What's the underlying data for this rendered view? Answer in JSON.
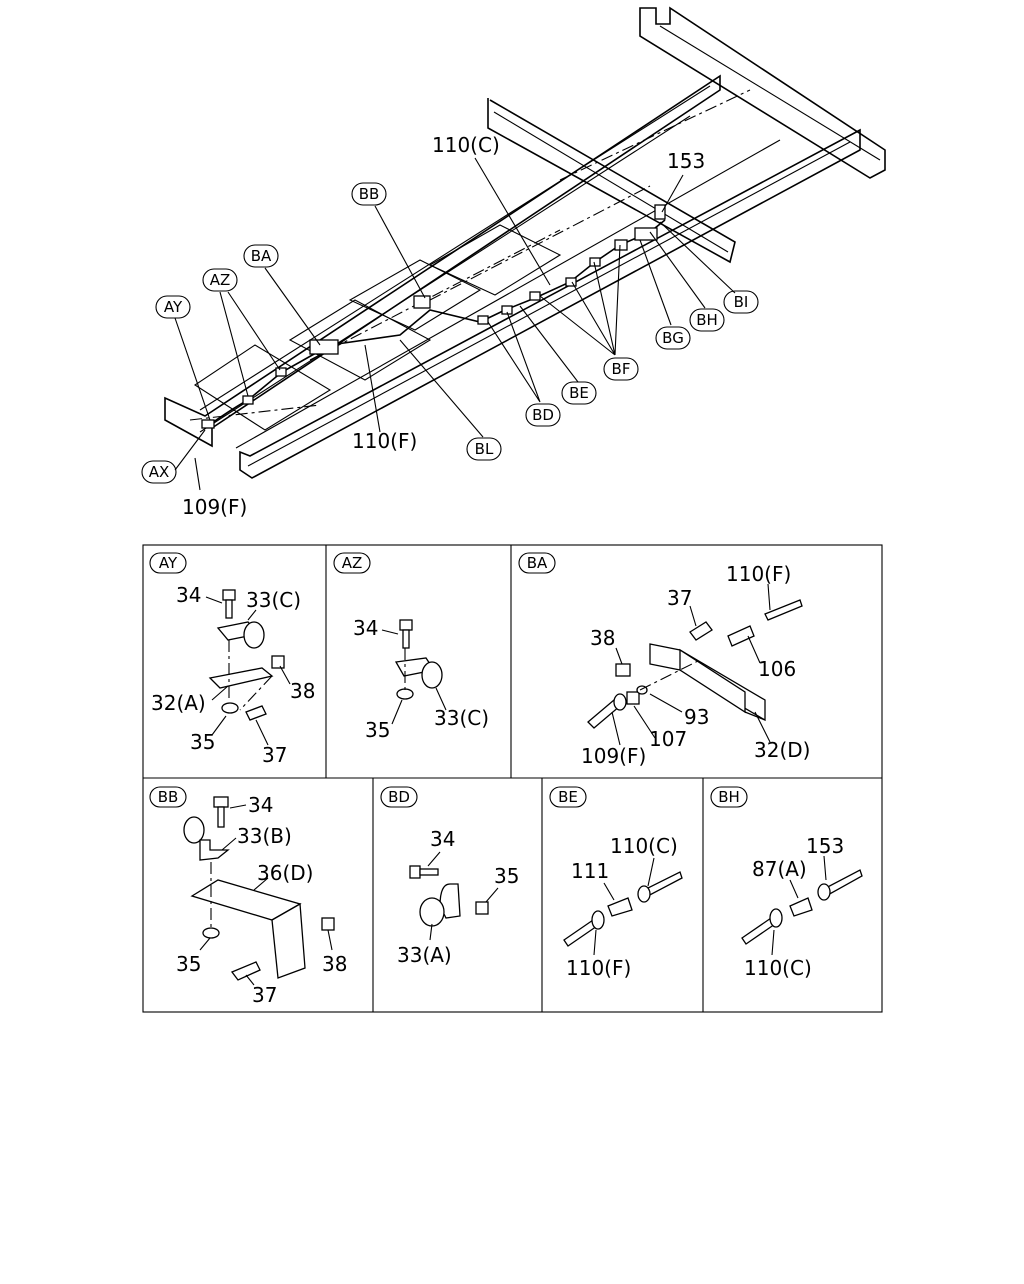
{
  "overview": {
    "callouts": {
      "c110c": "110(C)",
      "c153": "153",
      "c110f": "110(F)",
      "c109f": "109(F)"
    },
    "bubbles": {
      "bb": "BB",
      "ba": "BA",
      "az": "AZ",
      "ay": "AY",
      "ax": "AX",
      "bl": "BL",
      "bd": "BD",
      "be": "BE",
      "bf": "BF",
      "bg": "BG",
      "bh": "BH",
      "bi": "BI"
    }
  },
  "details": {
    "ay": {
      "tag": "AY",
      "labels": {
        "l34": "34",
        "l33c": "33(C)",
        "l32a": "32(A)",
        "l38": "38",
        "l35": "35",
        "l37": "37"
      }
    },
    "az": {
      "tag": "AZ",
      "labels": {
        "l34": "34",
        "l35": "35",
        "l33c": "33(C)"
      }
    },
    "ba": {
      "tag": "BA",
      "labels": {
        "l110f": "110(F)",
        "l37": "37",
        "l38": "38",
        "l106": "106",
        "l93": "93",
        "l107": "107",
        "l109f": "109(F)",
        "l32d": "32(D)"
      }
    },
    "bb": {
      "tag": "BB",
      "labels": {
        "l34": "34",
        "l33b": "33(B)",
        "l36d": "36(D)",
        "l35": "35",
        "l38": "38",
        "l37": "37"
      }
    },
    "bd": {
      "tag": "BD",
      "labels": {
        "l34": "34",
        "l35": "35",
        "l33a": "33(A)"
      }
    },
    "be": {
      "tag": "BE",
      "labels": {
        "l110c": "110(C)",
        "l111": "111",
        "l110f": "110(F)"
      }
    },
    "bh": {
      "tag": "BH",
      "labels": {
        "l153": "153",
        "l87a": "87(A)",
        "l110c": "110(C)"
      }
    }
  }
}
